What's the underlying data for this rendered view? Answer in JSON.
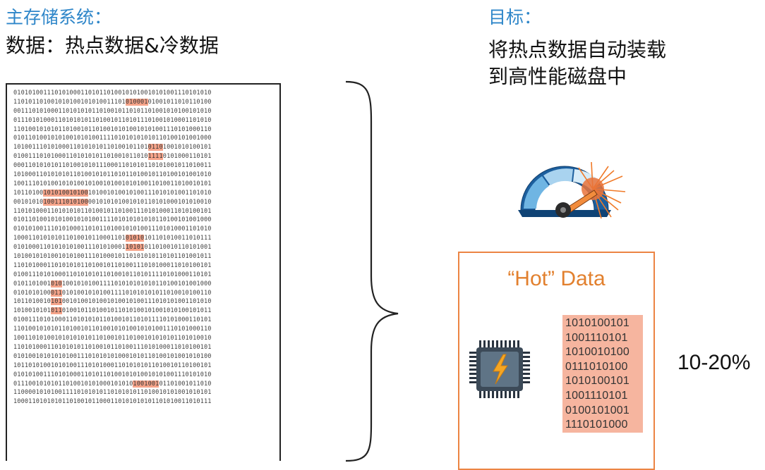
{
  "left_heading": {
    "title": "主存储系统：",
    "subtitle": "数据：热点数据&冷数据"
  },
  "right_heading": {
    "title": "目标：",
    "line1": "将热点数据自动装载",
    "line2": "到高性能磁盘中"
  },
  "hot_box": {
    "title": "“Hot” Data",
    "bits": [
      "1010100101",
      "1001110101",
      "1010010100",
      "0111010100",
      "1010100101",
      "1001110101",
      "0100101001",
      "1110101000"
    ]
  },
  "percentage": "10-20%",
  "bit_rows": [
    {
      "text": "01010100111010100011010110100101010010101001110101010"
    },
    {
      "text": "11010110100101010010101001110101000101001011010110100",
      "hl": [
        [
          30,
          36
        ]
      ]
    },
    {
      "text": "00111010100011010101011010010110101101001010100101010"
    },
    {
      "text": "01110101000110101010110100101101011101001010001101010"
    },
    {
      "text": "11010010101011010010110100101010010101001110101000110"
    },
    {
      "text": "01011010010101001010100111101010101010110100101001000"
    },
    {
      "text": "10100111010100011010101011010010110101101001010100101",
      "hl": [
        [
          36,
          40
        ]
      ]
    },
    {
      "text": "01001110101000110101010110100101101011110101000110101",
      "hl": [
        [
          36,
          40
        ]
      ]
    },
    {
      "text": "00011010101011010010101110001101010110101001011010011"
    },
    {
      "text": "10100011010101011010010101101011010010110100101001010"
    },
    {
      "text": "10011101010010101001010010100101010011010011010010101"
    },
    {
      "text": "10110100101010010100101001010010100111010101001101010",
      "hl": [
        [
          8,
          20
        ]
      ]
    },
    {
      "text": "00101010100111010100001010101001010110101000101010010",
      "hl": [
        [
          8,
          20
        ]
      ]
    },
    {
      "text": "11010100011010101011010010110100111010100011010100101"
    },
    {
      "text": "01011010010101001010100111101010101010110100101001000"
    },
    {
      "text": "01010100111010100011010110100101010011101010001101010"
    },
    {
      "text": "10001101010101101001011000110101010101101010011010111",
      "hl": [
        [
          30,
          35
        ]
      ]
    },
    {
      "text": "01010001101010101001110101000110101011010010110101001",
      "hl": [
        [
          30,
          35
        ]
      ]
    },
    {
      "text": "10100101010010101001110100010110101010110101101001011"
    },
    {
      "text": "11010100011010101011010010110100111010100011010100101"
    },
    {
      "text": "01001110101000110101010110100101101011110101000110101"
    },
    {
      "text": "01011010010101001010100111101010101010110100101001000",
      "hl": [
        [
          10,
          13
        ]
      ]
    },
    {
      "text": "01010101000110101001010100111101010101011010010100110",
      "hl": [
        [
          10,
          13
        ]
      ]
    },
    {
      "text": "10110100101010010100101001010010100111010101001101010",
      "hl": [
        [
          10,
          13
        ]
      ]
    },
    {
      "text": "10100101010110100101101001011010100101001010100101011",
      "hl": [
        [
          10,
          13
        ]
      ]
    },
    {
      "text": "01001110101000110101010110100101101011110101000110101"
    },
    {
      "text": "11010010101011010010110100101010010101001110101000110"
    },
    {
      "text": "10011010100101010101011010010110100101010101101010010"
    },
    {
      "text": "11010100011010101011010010110100111010100011010100101"
    },
    {
      "text": "01010010101010100111010101010001010110100101001010100"
    },
    {
      "text": "10110101001010100111010100011010101011010010110100101"
    },
    {
      "text": "01010100111010100011010110100101010010101001110101010"
    },
    {
      "text": "01110010101011010010101000101010100100101101001011010",
      "hl": [
        [
          32,
          39
        ]
      ]
    },
    {
      "text": "11000010101001111010101011010101011010010101001010101"
    },
    {
      "text": "10001101010101101001011000110101010101101010011010111"
    }
  ]
}
